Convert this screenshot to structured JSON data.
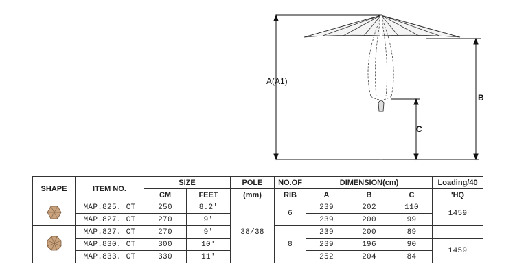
{
  "diagram": {
    "labels": {
      "a": "A(A1)",
      "b": "B",
      "c": "C"
    }
  },
  "table": {
    "headers": {
      "shape": "SHAPE",
      "item_no": "ITEM NO.",
      "size": "SIZE",
      "size_cm": "CM",
      "size_feet": "FEET",
      "pole": "POLE",
      "pole_unit": "(mm)",
      "no_of": "NO.OF",
      "rib": "RIB",
      "dimension": "DIMENSION(cm)",
      "dim_a": "A",
      "dim_b": "B",
      "dim_c": "C",
      "loading": "Loading/40",
      "loading_unit": "'HQ"
    },
    "rows": [
      {
        "item": "MAP.825. CT",
        "cm": "250",
        "feet": "8.2'",
        "a": "239",
        "b": "202",
        "c": "110"
      },
      {
        "item": "MAP.827. CT",
        "cm": "270",
        "feet": "9'",
        "a": "239",
        "b": "200",
        "c": "99"
      },
      {
        "item": "MAP.827. CT",
        "cm": "270",
        "feet": "9'",
        "a": "239",
        "b": "200",
        "c": "89"
      },
      {
        "item": "MAP.830. CT",
        "cm": "300",
        "feet": "10'",
        "a": "239",
        "b": "196",
        "c": "90"
      },
      {
        "item": "MAP.833. CT",
        "cm": "330",
        "feet": "11'",
        "a": "252",
        "b": "204",
        "c": "84"
      }
    ],
    "pole_value": "38/38",
    "ribs_group1": "6",
    "ribs_group2": "8",
    "loading_group1": "1459",
    "loading_group2": "1459",
    "shape_icons": [
      "hexagon-umbrella-icon",
      "octagon-umbrella-icon"
    ],
    "shape_color": "#c9a27e"
  }
}
